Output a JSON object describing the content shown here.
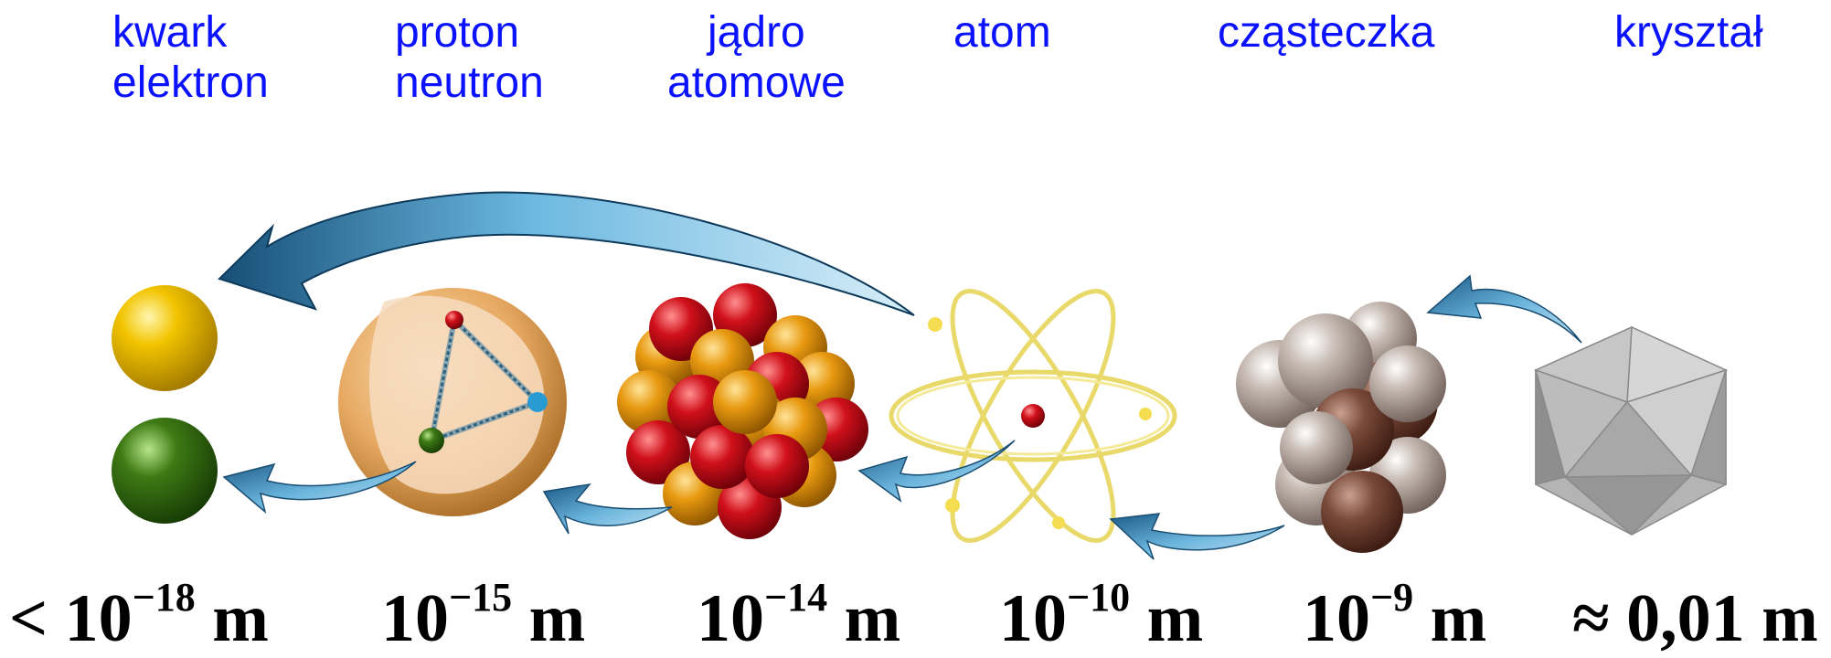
{
  "labels": [
    {
      "line1": "kwark",
      "line2": "elektron"
    },
    {
      "line1": "proton",
      "line2": "neutron"
    },
    {
      "line1": "jądro",
      "line2": "atomowe"
    },
    {
      "line1": "atom",
      "line2": ""
    },
    {
      "line1": "cząsteczka",
      "line2": ""
    },
    {
      "line1": "kryształ",
      "line2": ""
    }
  ],
  "scales": [
    {
      "prefix": "< 10",
      "exponent": "−18",
      "unit": " m"
    },
    {
      "prefix": "10",
      "exponent": "−15",
      "unit": " m"
    },
    {
      "prefix": "10",
      "exponent": "−14",
      "unit": " m"
    },
    {
      "prefix": "10",
      "exponent": "−10",
      "unit": " m"
    },
    {
      "prefix": "10",
      "exponent": "−9",
      "unit": " m"
    },
    {
      "prefix": "≈ 0,01",
      "exponent": "",
      "unit": " m"
    }
  ],
  "colors": {
    "label_text": "#0b12ff",
    "arrow": "#3a8ab8",
    "quark_yellow": "#f2c400",
    "electron_green": "#3d7a14",
    "nucleon_red": "#d0101a",
    "nucleon_orange": "#e89a10",
    "orbit_yellow": "#e8d96a",
    "molecule_gray": "#a89890",
    "molecule_brown": "#7a4a3a",
    "crystal_gray": "#b8b8b8"
  }
}
